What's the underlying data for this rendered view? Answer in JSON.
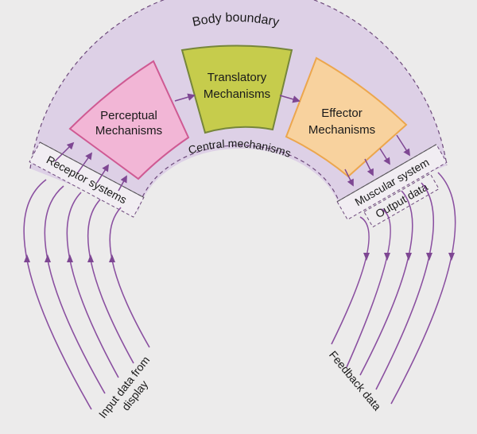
{
  "diagram": {
    "body_boundary": "Body boundary",
    "central_mechanisms": "Central mechanisms",
    "perceptual": {
      "line1": "Perceptual",
      "line2": "Mechanisms"
    },
    "translatory": {
      "line1": "Translatory",
      "line2": "Mechanisms"
    },
    "effector": {
      "line1": "Effector",
      "line2": "Mechanisms"
    },
    "receptor_systems": "Receptor systems",
    "muscular_system": "Muscular system",
    "output_data": "Output data",
    "input_data": {
      "line1": "Input data from",
      "line2": "display"
    },
    "feedback_data": "Feedback data"
  },
  "colors": {
    "band": "#ddd0e6",
    "arrow": "#7e4793",
    "perceptual_fill": "#f2b6d6",
    "perceptual_stroke": "#cf5a93",
    "translatory_fill": "#c6cc4c",
    "translatory_stroke": "#76863a",
    "effector_fill": "#f8d29e",
    "effector_stroke": "#eca64d"
  }
}
